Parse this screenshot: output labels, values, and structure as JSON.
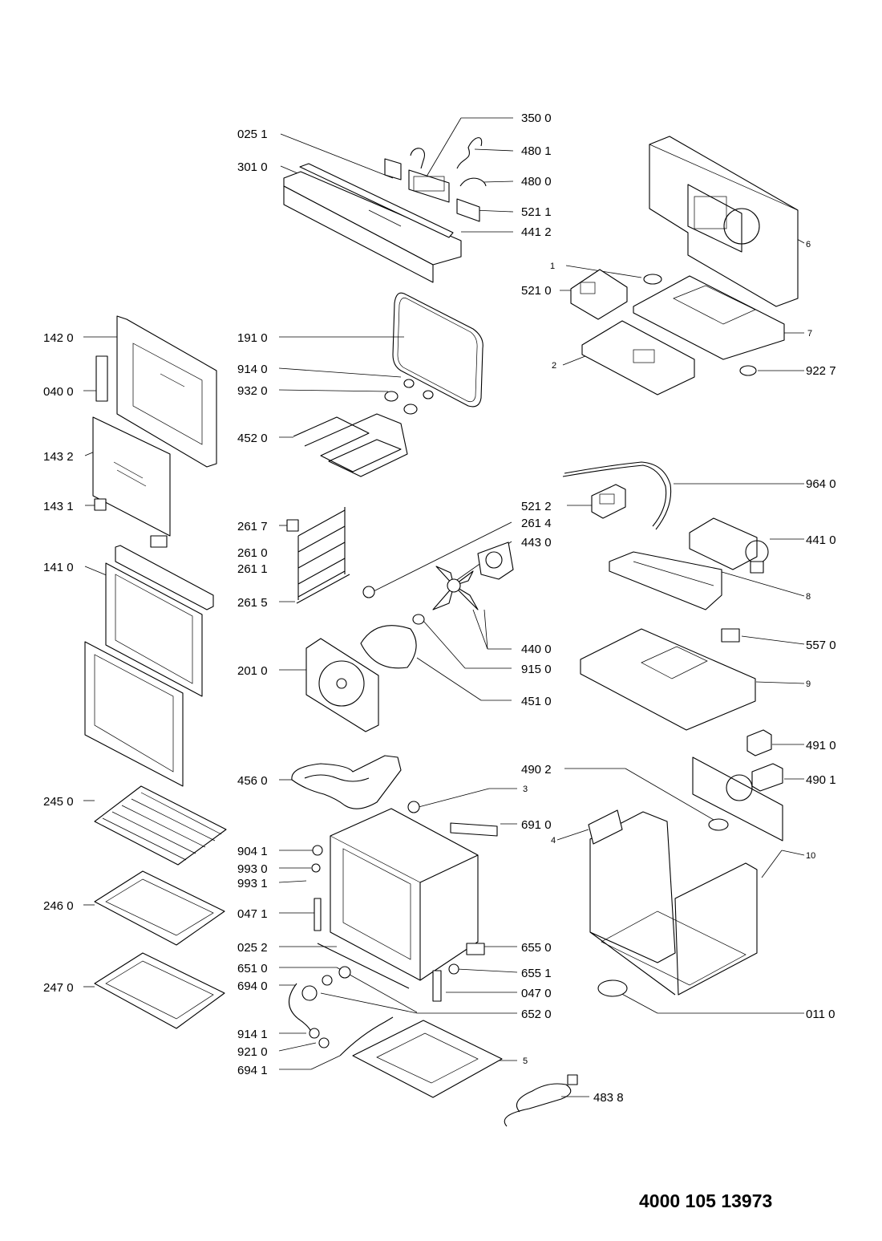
{
  "document_number": "4000 105 13973",
  "labels": [
    {
      "id": "p0251",
      "text": "025 1"
    },
    {
      "id": "p3010",
      "text": "301 0"
    },
    {
      "id": "p3500",
      "text": "350 0"
    },
    {
      "id": "p4801",
      "text": "480 1"
    },
    {
      "id": "p4800",
      "text": "480 0"
    },
    {
      "id": "p5211",
      "text": "521 1"
    },
    {
      "id": "p4412",
      "text": "441 2"
    },
    {
      "id": "p6",
      "text": "6"
    },
    {
      "id": "p1",
      "text": "1"
    },
    {
      "id": "p5210",
      "text": "521 0"
    },
    {
      "id": "p7",
      "text": "7"
    },
    {
      "id": "p2",
      "text": "2"
    },
    {
      "id": "p9227",
      "text": "922 7"
    },
    {
      "id": "p1420",
      "text": "142 0"
    },
    {
      "id": "p1910",
      "text": "191 0"
    },
    {
      "id": "p9140",
      "text": "914 0"
    },
    {
      "id": "p0400",
      "text": "040 0"
    },
    {
      "id": "p9320",
      "text": "932 0"
    },
    {
      "id": "p4520",
      "text": "452 0"
    },
    {
      "id": "p1432",
      "text": "143 2"
    },
    {
      "id": "p9640",
      "text": "964 0"
    },
    {
      "id": "p1431",
      "text": "143 1"
    },
    {
      "id": "p5212",
      "text": "521 2"
    },
    {
      "id": "p2617",
      "text": "261 7"
    },
    {
      "id": "p2614",
      "text": "261 4"
    },
    {
      "id": "p4410",
      "text": "441 0"
    },
    {
      "id": "p4430",
      "text": "443 0"
    },
    {
      "id": "p2610",
      "text": "261 0"
    },
    {
      "id": "p2611",
      "text": "261 1"
    },
    {
      "id": "p1410",
      "text": "141 0"
    },
    {
      "id": "p8",
      "text": "8"
    },
    {
      "id": "p2615",
      "text": "261 5"
    },
    {
      "id": "p4400",
      "text": "440 0"
    },
    {
      "id": "p5570",
      "text": "557 0"
    },
    {
      "id": "p2010",
      "text": "201 0"
    },
    {
      "id": "p9150",
      "text": "915 0"
    },
    {
      "id": "p9",
      "text": "9"
    },
    {
      "id": "p4510",
      "text": "451 0"
    },
    {
      "id": "p4910",
      "text": "491 0"
    },
    {
      "id": "p4902",
      "text": "490 2"
    },
    {
      "id": "p4560",
      "text": "456 0"
    },
    {
      "id": "p4901",
      "text": "490 1"
    },
    {
      "id": "p3",
      "text": "3"
    },
    {
      "id": "p2450",
      "text": "245 0"
    },
    {
      "id": "p6910",
      "text": "691 0"
    },
    {
      "id": "p4",
      "text": "4"
    },
    {
      "id": "p10",
      "text": "10"
    },
    {
      "id": "p9041",
      "text": "904 1"
    },
    {
      "id": "p9930",
      "text": "993 0"
    },
    {
      "id": "p9931",
      "text": "993 1"
    },
    {
      "id": "p2460",
      "text": "246 0"
    },
    {
      "id": "p0471",
      "text": "047 1"
    },
    {
      "id": "p0252",
      "text": "025 2"
    },
    {
      "id": "p6550",
      "text": "655 0"
    },
    {
      "id": "p6510",
      "text": "651 0"
    },
    {
      "id": "p6551",
      "text": "655 1"
    },
    {
      "id": "p6940",
      "text": "694 0"
    },
    {
      "id": "p2470",
      "text": "247 0"
    },
    {
      "id": "p0470",
      "text": "047 0"
    },
    {
      "id": "p0110",
      "text": "011 0"
    },
    {
      "id": "p6520",
      "text": "652 0"
    },
    {
      "id": "p9141",
      "text": "914 1"
    },
    {
      "id": "p9210",
      "text": "921 0"
    },
    {
      "id": "p5",
      "text": "5"
    },
    {
      "id": "p6941",
      "text": "694 1"
    },
    {
      "id": "p4838",
      "text": "483 8"
    }
  ]
}
